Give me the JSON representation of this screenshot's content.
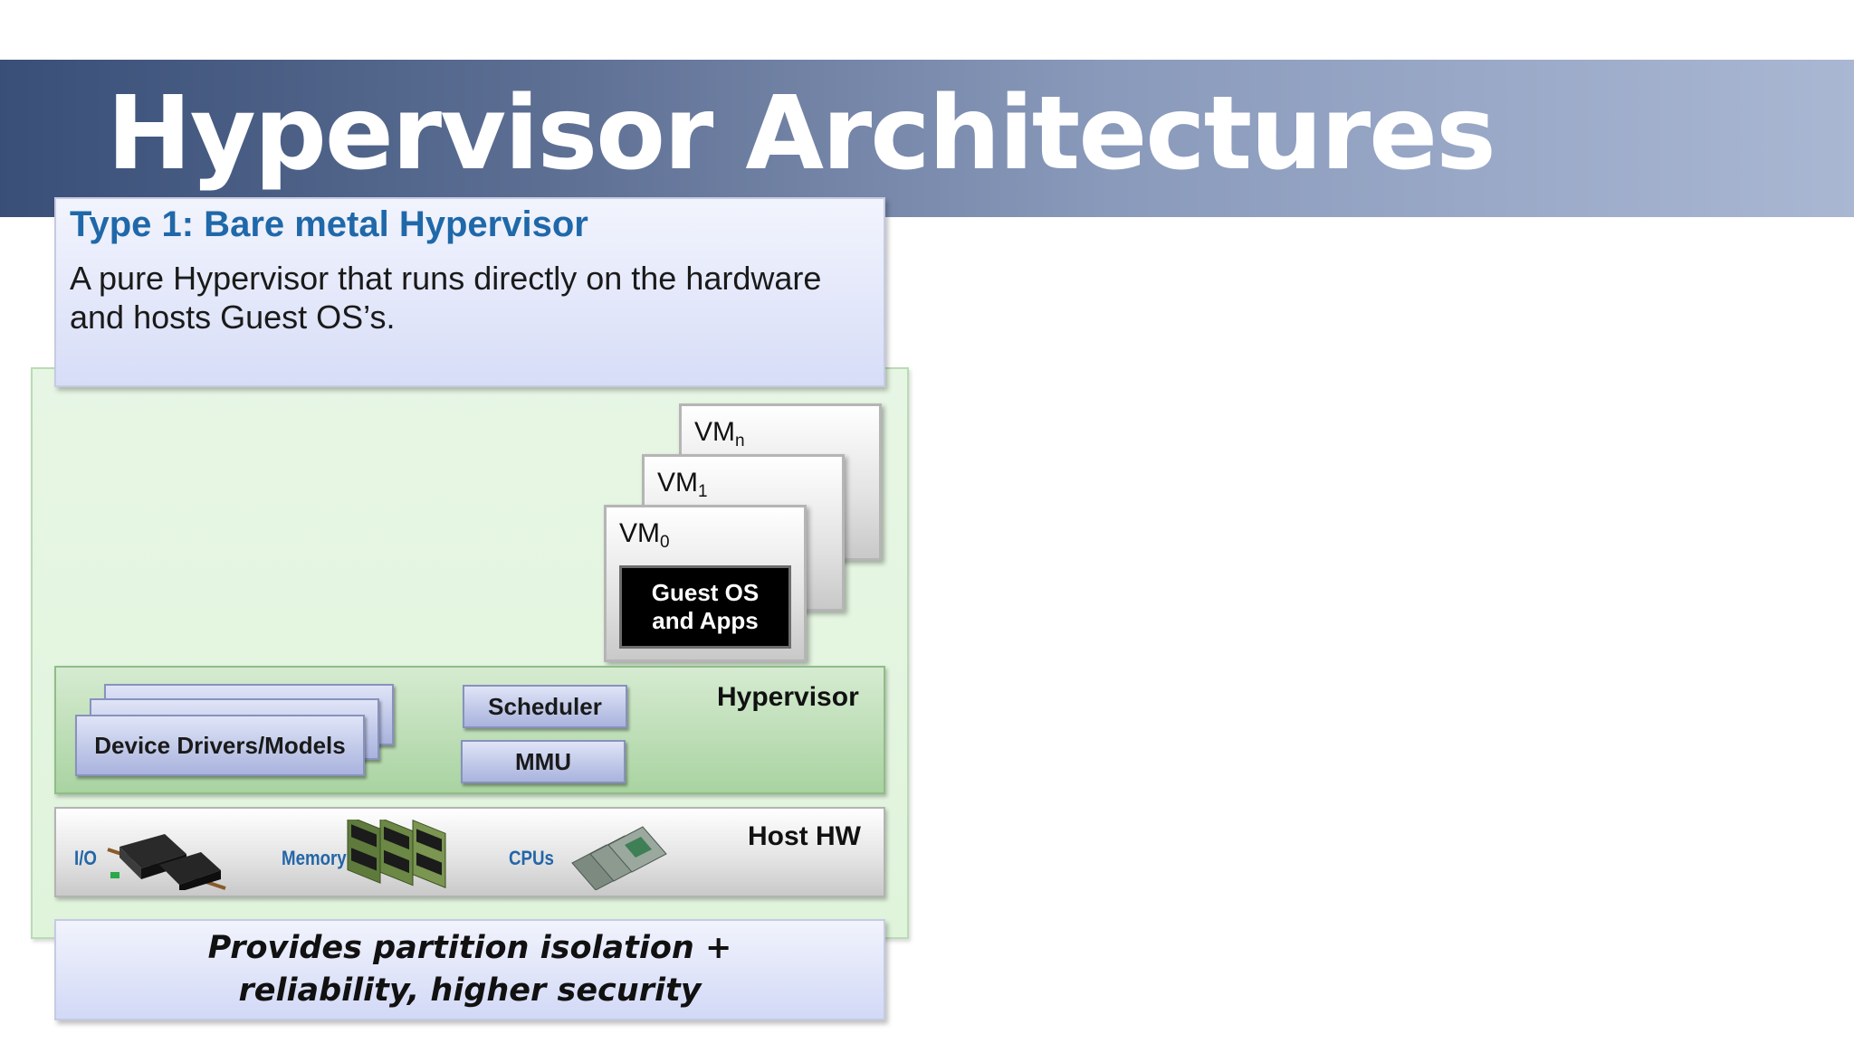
{
  "slide": {
    "title": "Hypervisor Architectures",
    "type_heading": "Type 1: Bare metal Hypervisor",
    "type_description": "A pure Hypervisor that runs directly on the hardware and hosts Guest OS’s.",
    "bottom_text": "Provides partition isolation + reliability, higher security"
  },
  "diagram": {
    "vms": [
      {
        "name": "VM",
        "sub": "n"
      },
      {
        "name": "VM",
        "sub": "1"
      },
      {
        "name": "VM",
        "sub": "0"
      }
    ],
    "guest_box": "Guest OS\nand Apps",
    "hypervisor": {
      "label": "Hypervisor",
      "device_drivers": "Device Drivers/Models",
      "scheduler": "Scheduler",
      "mmu": "MMU"
    },
    "host_hw": {
      "label": "Host HW",
      "io": "I/O",
      "memory": "Memory",
      "cpus": "CPUs"
    }
  },
  "colors": {
    "title_band_dark": "#394f78",
    "title_band_light": "#a9b7d3",
    "heading_blue": "#1f68a9",
    "hw_label_blue": "#2466a8",
    "panel_green": "#e0f4dc",
    "hypervisor_green": "#a9d3a1"
  }
}
